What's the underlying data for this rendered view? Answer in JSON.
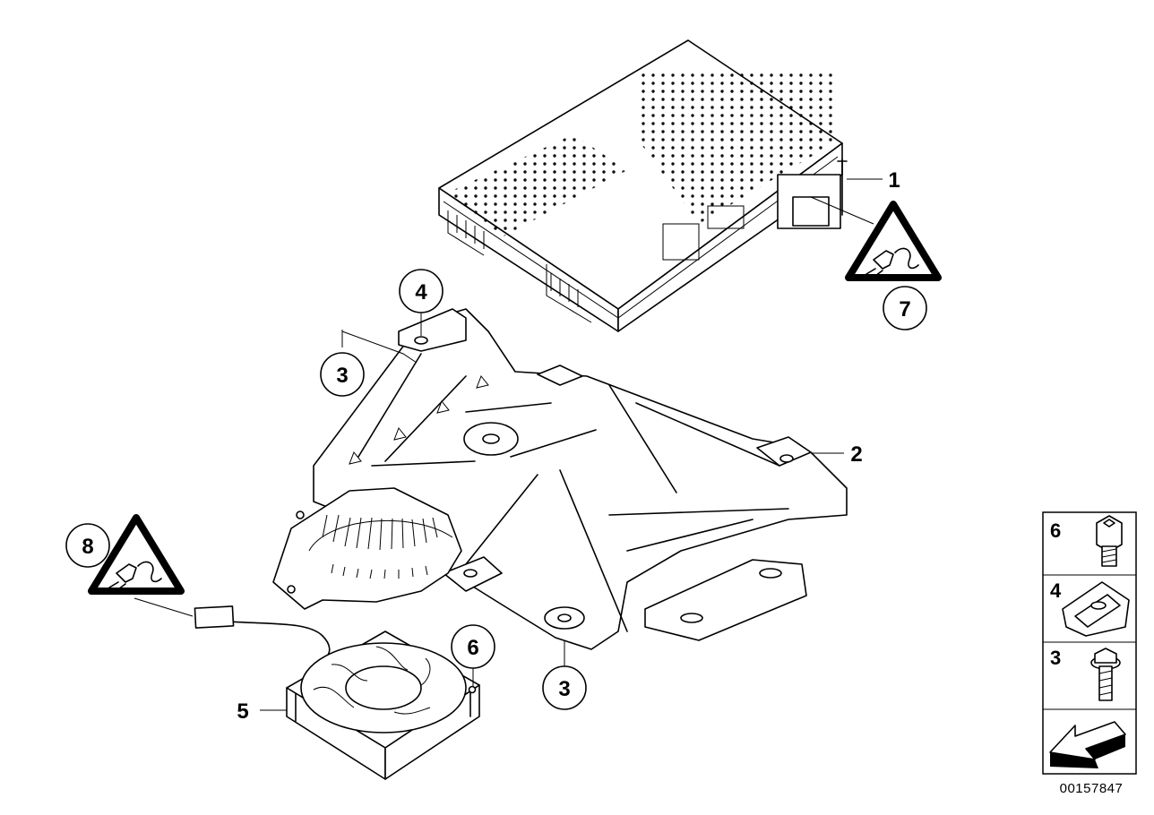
{
  "callouts": [
    {
      "id": "1",
      "label": "1",
      "style": "plain"
    },
    {
      "id": "2",
      "label": "2",
      "style": "plain"
    },
    {
      "id": "3a",
      "label": "3",
      "style": "circle"
    },
    {
      "id": "3b",
      "label": "3",
      "style": "circle"
    },
    {
      "id": "4",
      "label": "4",
      "style": "circle"
    },
    {
      "id": "5",
      "label": "5",
      "style": "plain"
    },
    {
      "id": "6",
      "label": "6",
      "style": "circle"
    },
    {
      "id": "7",
      "label": "7",
      "style": "circle"
    },
    {
      "id": "8",
      "label": "8",
      "style": "circle"
    }
  ],
  "legend": [
    {
      "label": "6",
      "icon": "screw-icon"
    },
    {
      "label": "4",
      "icon": "clip-nut-icon"
    },
    {
      "label": "3",
      "icon": "bolt-icon"
    },
    {
      "label": "",
      "icon": "direction-arrow-icon"
    }
  ],
  "document_number": "00157847",
  "warning_icon": "connector-warning-icon"
}
